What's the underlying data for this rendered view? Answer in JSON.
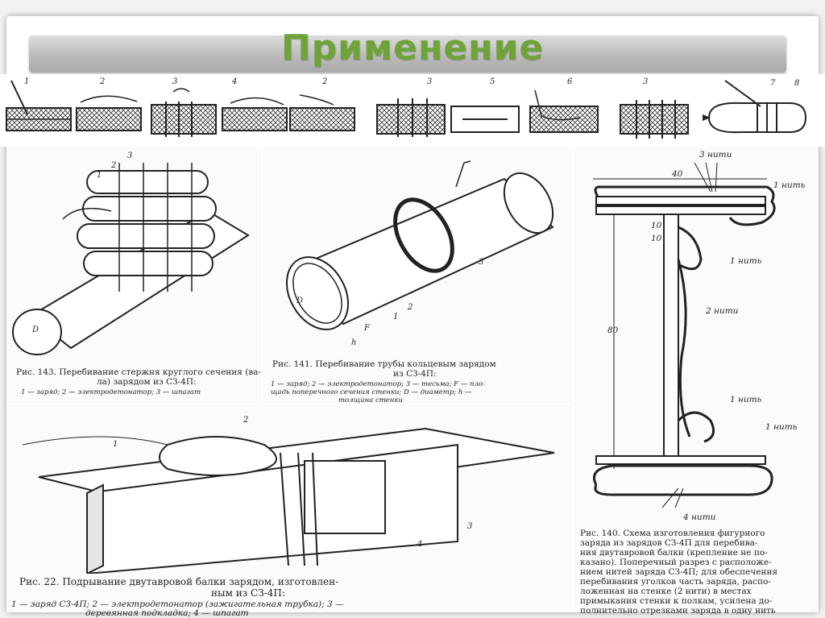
{
  "slide": {
    "title": "Применение"
  },
  "strip": {
    "labels": [
      "1",
      "2",
      "3",
      "4",
      "2",
      "3",
      "5",
      "6",
      "3",
      "7",
      "8"
    ]
  },
  "fig143": {
    "caption_line1": "Рис. 143. Перебивание стержня круглого сечения (ва-",
    "caption_line2": "ла) зарядом из СЗ-4П:",
    "caption_legend": "1 — заряд; 2 — электродетонатор; 3 — шпагат",
    "labels": {
      "l1": "1",
      "l2": "2",
      "l3": "3",
      "lD": "D"
    }
  },
  "fig141": {
    "caption_line1": "Рис. 141. Перебивание трубы кольцевым зарядом",
    "caption_line2": "из СЗ-4П:",
    "legend_line1": "1 — заряд; 2 — электродетонатор; 3 — тесьма; F — пло-",
    "legend_line2": "щадь поперечного сечения стенки; D — диаметр; h —",
    "legend_line3": "толщина стенки",
    "labels": {
      "l1": "1",
      "l2": "2",
      "l3": "3",
      "lD": "D",
      "lF": "F",
      "lh": "h"
    }
  },
  "fig140": {
    "labels": {
      "top": "3 нити",
      "dim40": "40",
      "n1a": "1 нить",
      "dim10a": "10",
      "dim10b": "10",
      "n1b": "1 нить",
      "n2": "2 нити",
      "dim80": "80",
      "n1c": "1 нить",
      "n1d": "1 нить",
      "n4": "4 нити"
    },
    "caption_lines": [
      "Рис. 140. Схема изготовления фигурного",
      "заряда из зарядов СЗ-4П для перебива-",
      "ния двутавровой балки (крепление не по-",
      "казано). Поперечный разрез с расположе-",
      "нием нитей заряда СЗ-4П; для обеспечения",
      "перебивания уголков часть заряда, распо-",
      "ложенная на стенке (2 нити) в местах",
      "примыкания стенки к полкам, усилена до-",
      "полнительно отрезками заряда в одну нить"
    ]
  },
  "fig22": {
    "caption_line1": "Рис. 22. Подрывание двутавровой балки зарядом, изготовлен-",
    "caption_line2": "ным из СЗ-4П:",
    "legend_line1": "1 — заряд СЗ-4П; 2 — электродетонатор (зажигательная трубка); 3 —",
    "legend_line2": "деревянная подкладка; 4 — шпагат",
    "labels": {
      "l1": "1",
      "l2": "2",
      "l3": "3",
      "l4": "4"
    }
  }
}
